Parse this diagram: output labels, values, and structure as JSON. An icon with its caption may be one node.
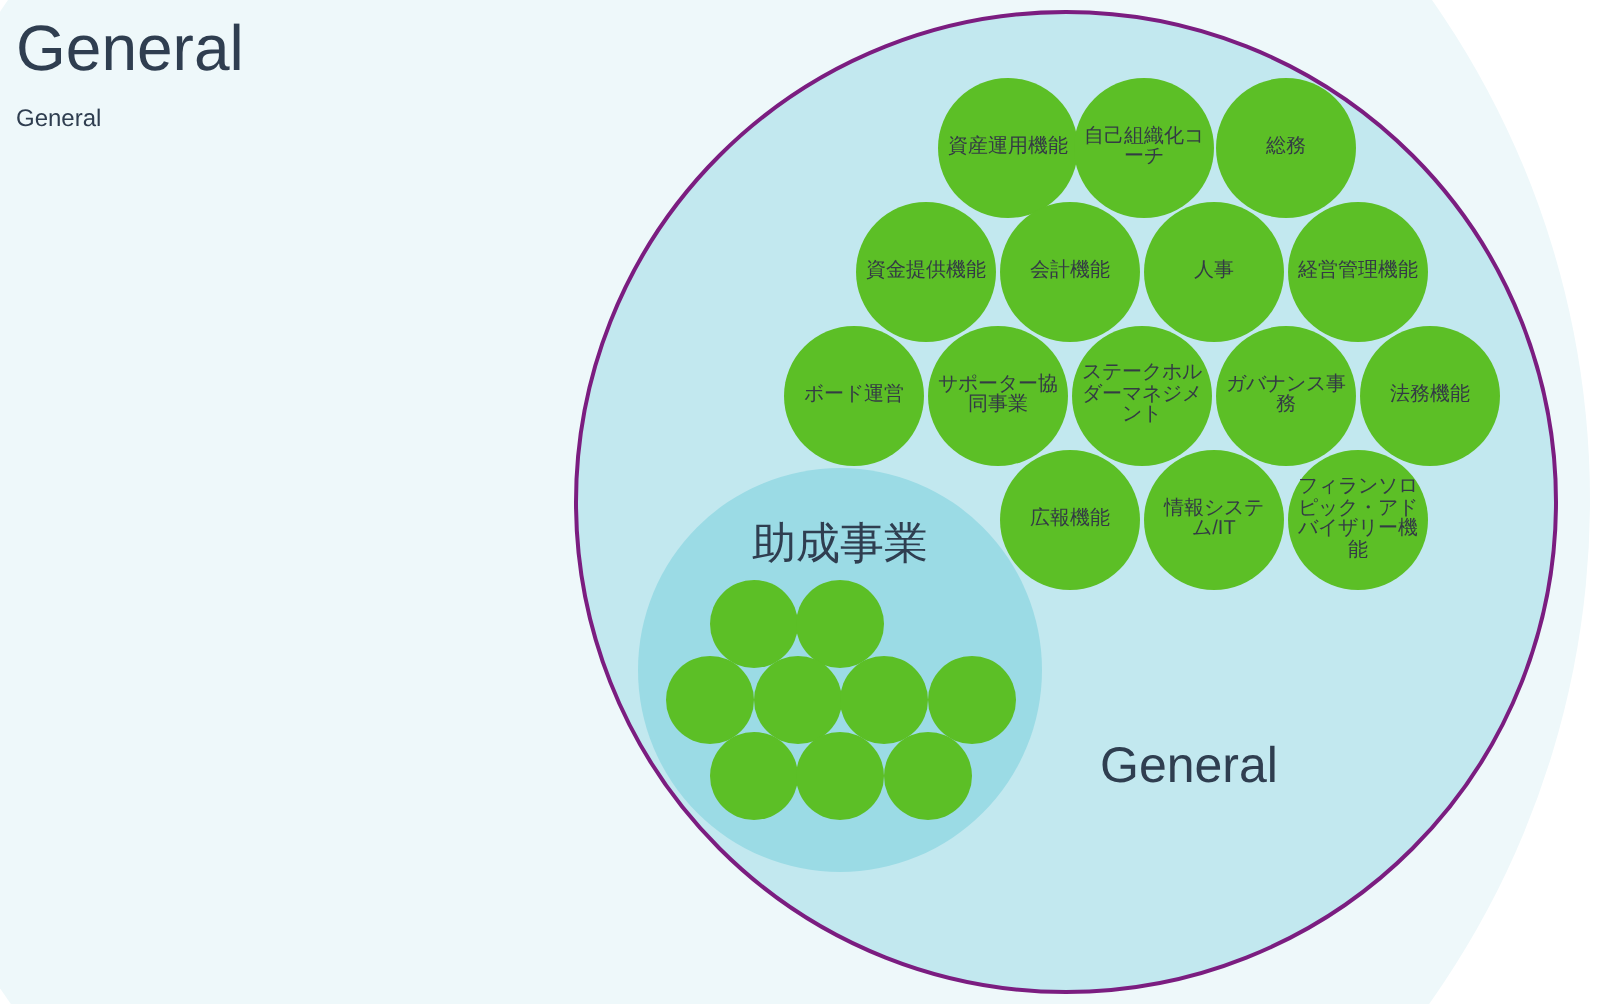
{
  "diagram": {
    "title": "General",
    "caption": "General",
    "nodes": [
      {
        "text": [],
        "shape": "circle"
      },
      {
        "text": [
          "General"
        ],
        "in": 0
      },
      {
        "text": [
          "資産運用機能"
        ],
        "in": 1
      },
      {
        "text": [
          "自己組織化コーチ"
        ],
        "in": 1
      },
      {
        "text": [
          "総務"
        ],
        "in": 1
      },
      {
        "text": [
          "資金提供機能"
        ],
        "in": 1
      },
      {
        "text": [
          "会計機能"
        ],
        "in": 1
      },
      {
        "text": [
          "人事"
        ],
        "in": 1
      },
      {
        "text": [
          "経営管理機能"
        ],
        "in": 1
      },
      {
        "text": [
          "ボード運営"
        ],
        "in": 1
      },
      {
        "text": [
          "サポーター協同事業"
        ],
        "in": 1
      },
      {
        "text": [
          "ステークホルダーマネジメント"
        ],
        "in": 1
      },
      {
        "text": [
          "ガバナンス事務"
        ],
        "in": 1
      },
      {
        "text": [
          "法務機能"
        ],
        "in": 1
      },
      {
        "text": [
          "広報機能"
        ],
        "in": 1
      },
      {
        "text": [
          "情報システム/IT"
        ],
        "in": 1
      },
      {
        "text": [
          "フィランソロピック・アドバイザリー機能"
        ],
        "in": 1
      },
      {
        "text": [
          "助成事業"
        ],
        "in": 1
      },
      {
        "text": [],
        "shape": "circle",
        "in": 17
      },
      {
        "text": [],
        "shape": "circle",
        "in": 17
      },
      {
        "text": [],
        "shape": "circle",
        "in": 17
      },
      {
        "text": [],
        "shape": "circle",
        "in": 17
      },
      {
        "text": [],
        "shape": "circle",
        "in": 17
      },
      {
        "text": [],
        "shape": "circle",
        "in": 17
      },
      {
        "text": [],
        "shape": "circle",
        "in": 17
      },
      {
        "text": [],
        "shape": "circle",
        "in": 17
      },
      {
        "text": [],
        "shape": "circle",
        "in": 17
      }
    ]
  }
}
